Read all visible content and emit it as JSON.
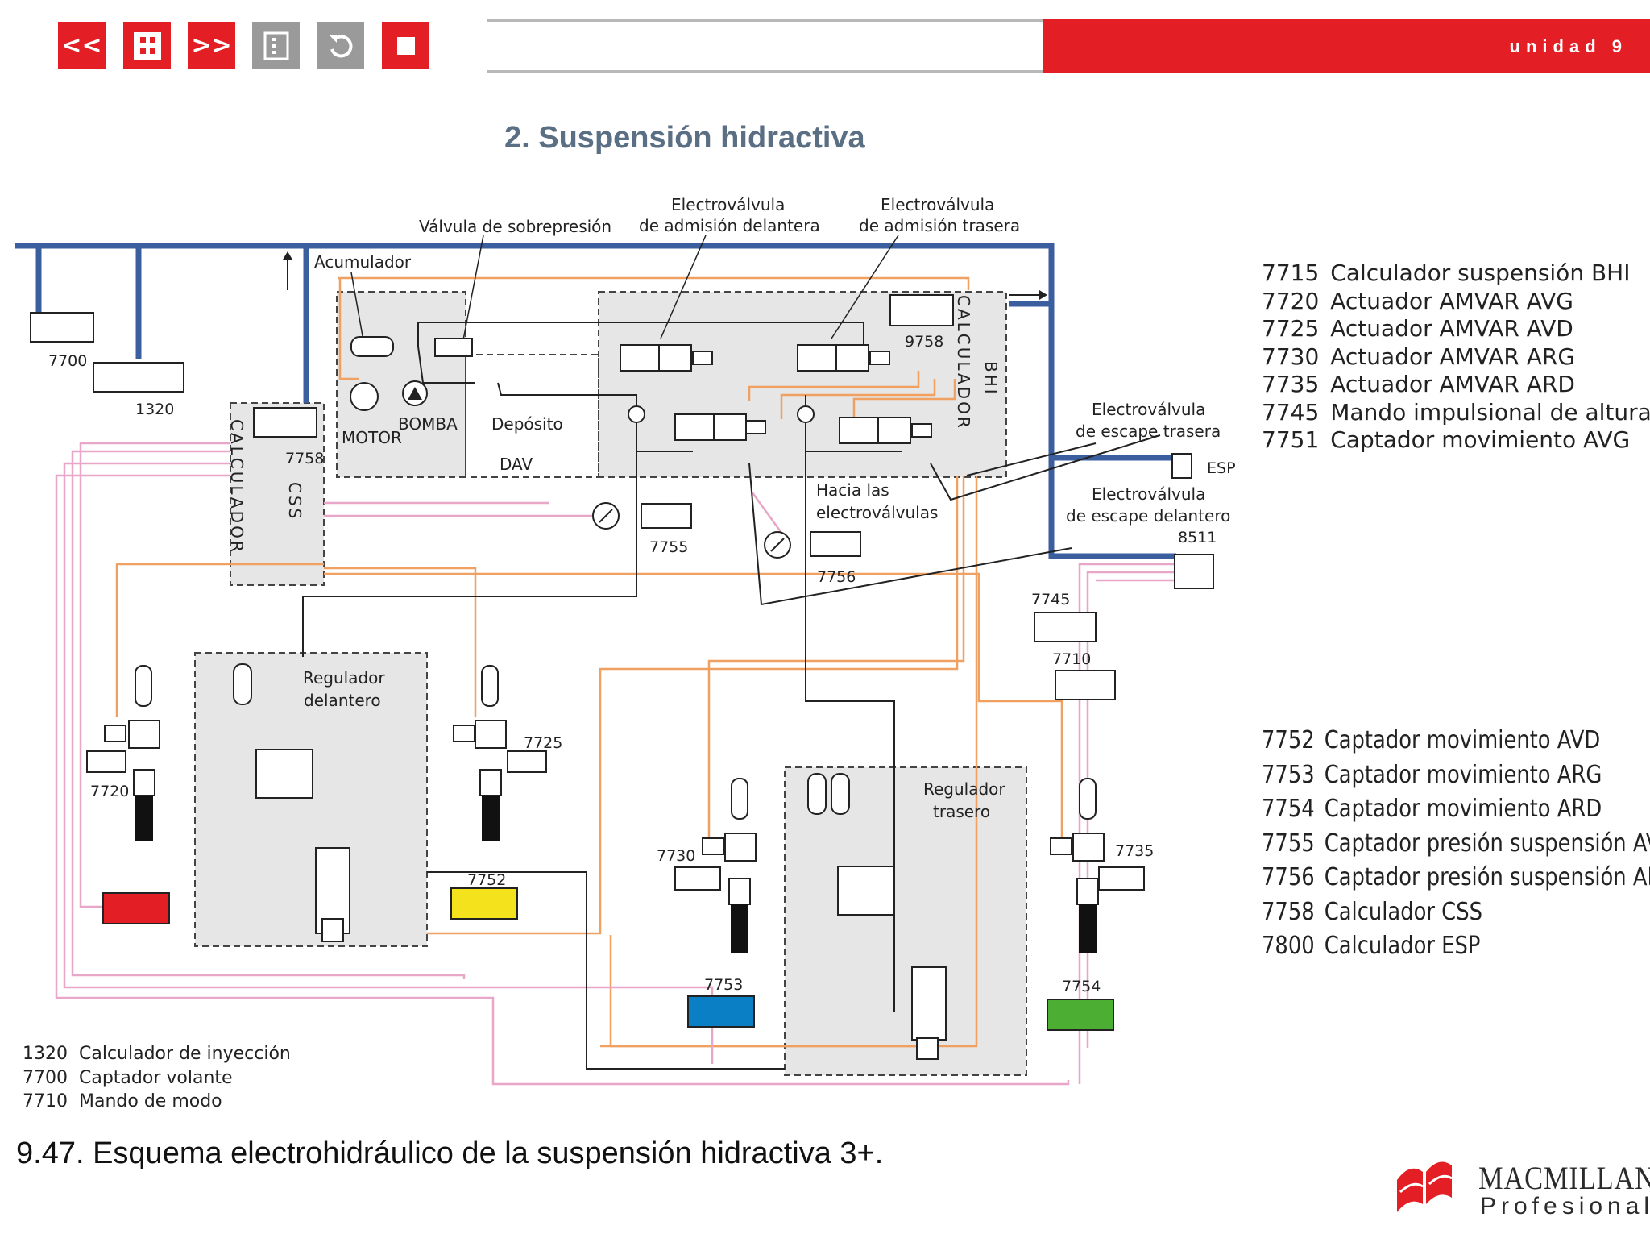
{
  "nav": {
    "prev": "<<",
    "next": ">>",
    "unit": "unidad 9"
  },
  "section_title": "2. Suspensión hidractiva",
  "diagram": {
    "labels": {
      "valvula_sobrepresion": "Válvula de sobrepresión",
      "ev_admision_delantera_1": "Electroválvula",
      "ev_admision_delantera_2": "de admisión delantera",
      "ev_admision_trasera_1": "Electroválvula",
      "ev_admision_trasera_2": "de admisión trasera",
      "acumulador": "Acumulador",
      "motor": "MOTOR",
      "bomba": "BOMBA",
      "deposito": "Depósito",
      "dav": "DAV",
      "calculador": "CALCULADOR",
      "bhi": "BHI",
      "css": "CSS",
      "ev_escape_trasera_1": "Electroválvula",
      "ev_escape_trasera_2": "de escape trasera",
      "ev_escape_delantero_1": "Electroválvula",
      "ev_escape_delantero_2": "de escape delantero",
      "hacia_1": "Hacia las",
      "hacia_2": "electroválvulas",
      "regulador_delantero_1": "Regulador",
      "regulador_delantero_2": "delantero",
      "regulador_trasero_1": "Regulador",
      "regulador_trasero_2": "trasero",
      "esp": "ESP"
    },
    "codes": {
      "c7700": "7700",
      "c1320": "1320",
      "c7758": "7758",
      "c9758": "9758",
      "c7755": "7755",
      "c7756": "7756",
      "c8511": "8511",
      "c7745": "7745",
      "c7710": "7710",
      "c7720": "7720",
      "c7725": "7725",
      "c7752": "7752",
      "c7730": "7730",
      "c7753": "7753",
      "c7735": "7735",
      "c7754": "7754"
    },
    "colors": {
      "hydraulic_main": "#3b5e9e",
      "signal_orange": "#f0a060",
      "signal_pink": "#e8a6c8",
      "box_fill": "#e6e6e6",
      "sensor_red": "#e31e24",
      "sensor_yellow": "#f3e21c",
      "sensor_blue": "#0a7fc6",
      "sensor_green": "#4caf34"
    }
  },
  "legend_top": [
    {
      "code": "7715",
      "text": "Calculador suspensión BHI"
    },
    {
      "code": "7720",
      "text": "Actuador AMVAR AVG"
    },
    {
      "code": "7725",
      "text": "Actuador AMVAR AVD"
    },
    {
      "code": "7730",
      "text": "Actuador AMVAR ARG"
    },
    {
      "code": "7735",
      "text": "Actuador AMVAR ARD"
    },
    {
      "code": "7745",
      "text": "Mando impulsional de altura"
    },
    {
      "code": "7751",
      "text": "Captador movimiento AVG"
    }
  ],
  "legend_bottom": [
    {
      "code": "7752",
      "text": "Captador movimiento AVD"
    },
    {
      "code": "7753",
      "text": "Captador movimiento ARG"
    },
    {
      "code": "7754",
      "text": "Captador movimiento ARD"
    },
    {
      "code": "7755",
      "text": "Captador presión suspensión AV"
    },
    {
      "code": "7756",
      "text": "Captador presión suspensión AR"
    },
    {
      "code": "7758",
      "text": "Calculador CSS"
    },
    {
      "code": "7800",
      "text": "Calculador ESP"
    }
  ],
  "legend_left": [
    {
      "code": "1320",
      "text": "Calculador de inyección"
    },
    {
      "code": "7700",
      "text": "Captador volante"
    },
    {
      "code": "7710",
      "text": "Mando de modo"
    }
  ],
  "caption": "9.47. Esquema electrohidráulico de la suspensión hidractiva 3+.",
  "logo": {
    "line1": "MACMILLAN",
    "line2": "Profesional"
  }
}
